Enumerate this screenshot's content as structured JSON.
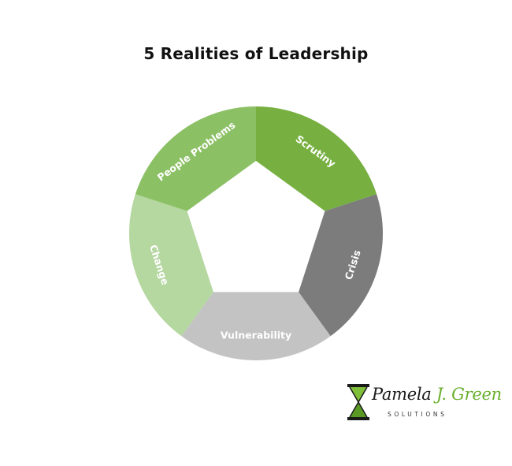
{
  "title": "5 Realities of Leadership",
  "segments": [
    {
      "label": "Scrutiny",
      "color": "#77b041"
    },
    {
      "label": "Crisis",
      "color": "#7b7c7b"
    },
    {
      "label": "Vulnerability",
      "color": "#c2c3c2"
    },
    {
      "label": "Change",
      "color": "#b5d7a0"
    },
    {
      "label": "People Problems",
      "color": "#8cc065"
    }
  ],
  "logo": {
    "name_part1": "Pamela ",
    "name_part2": "J. ",
    "name_part3": "Green",
    "sub": "SOLUTIONS",
    "icon": "hourglass-icon"
  }
}
